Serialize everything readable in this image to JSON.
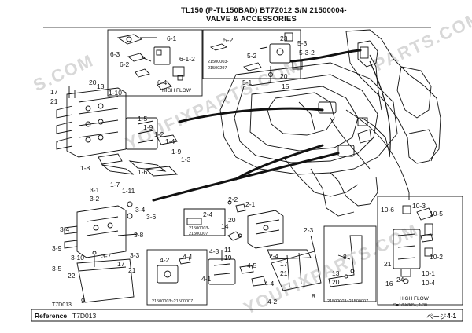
{
  "header": {
    "title_line1": "TL150 (P-TL150BAD) BT7Z012 S/N 21500004-",
    "title_line2": "VALVE & ACCESSORIES"
  },
  "watermark": [
    "YOUFIXPARTS.COM",
    "YOUFIXPARTS.COM",
    "S.COM",
    "PARTS.COM"
  ],
  "footer": {
    "reference_label": "Reference",
    "reference_code": "T7D013",
    "code_small": "T7D013",
    "item_9": "9",
    "scale_note": "S=1/6X80%, 1/30",
    "page_label": "ページ",
    "page_number": "4-1"
  },
  "callouts": {
    "box_high_flow_left": {
      "caption": "HIGH FLOW",
      "labels": [
        "6-1",
        "6-3",
        "6-2",
        "6-1-2",
        "6-4"
      ]
    },
    "box_52": {
      "labels": [
        "5-2",
        "5-2",
        "5-1",
        "23",
        "5-3",
        "5-3-2",
        "20",
        "15"
      ],
      "serial_line1": "21500003-",
      "serial_line2": "21500297"
    },
    "main_valve": [
      "17",
      "21",
      "20",
      "13",
      "1-10",
      "7",
      "1-5",
      "1-9",
      "1-2",
      "1-4",
      "1-9",
      "1-3",
      "1-8",
      "1-6",
      "1-7",
      "1-11"
    ],
    "lower_left": [
      "3-1",
      "3-2",
      "3-4",
      "3-6",
      "3-4",
      "3-8",
      "3-9",
      "3-10",
      "3-7",
      "3-3",
      "3-5",
      "22",
      "17",
      "21"
    ],
    "box_24": {
      "label": "2-4",
      "serial_line1": "21500003-",
      "serial_line2": "21500007"
    },
    "center_valve": [
      "2-2",
      "2-1",
      "20",
      "14",
      "2-3",
      "2-4",
      "17",
      "21",
      "8"
    ],
    "box_42": {
      "labels": [
        "4-2",
        "4-4",
        "4-1",
        "4-3",
        "11",
        "19",
        "4-5",
        "4-4",
        "4-2"
      ],
      "serial": "21500003~21500007"
    },
    "box_8": {
      "labels": [
        "8",
        "13",
        "20"
      ],
      "serial": "21500003~21500007"
    },
    "box_high_flow_right": {
      "caption": "HIGH FLOW",
      "labels": [
        "10-6",
        "10-3",
        "10-5",
        "10-2",
        "21",
        "16",
        "24",
        "10-1",
        "10-4"
      ]
    }
  }
}
